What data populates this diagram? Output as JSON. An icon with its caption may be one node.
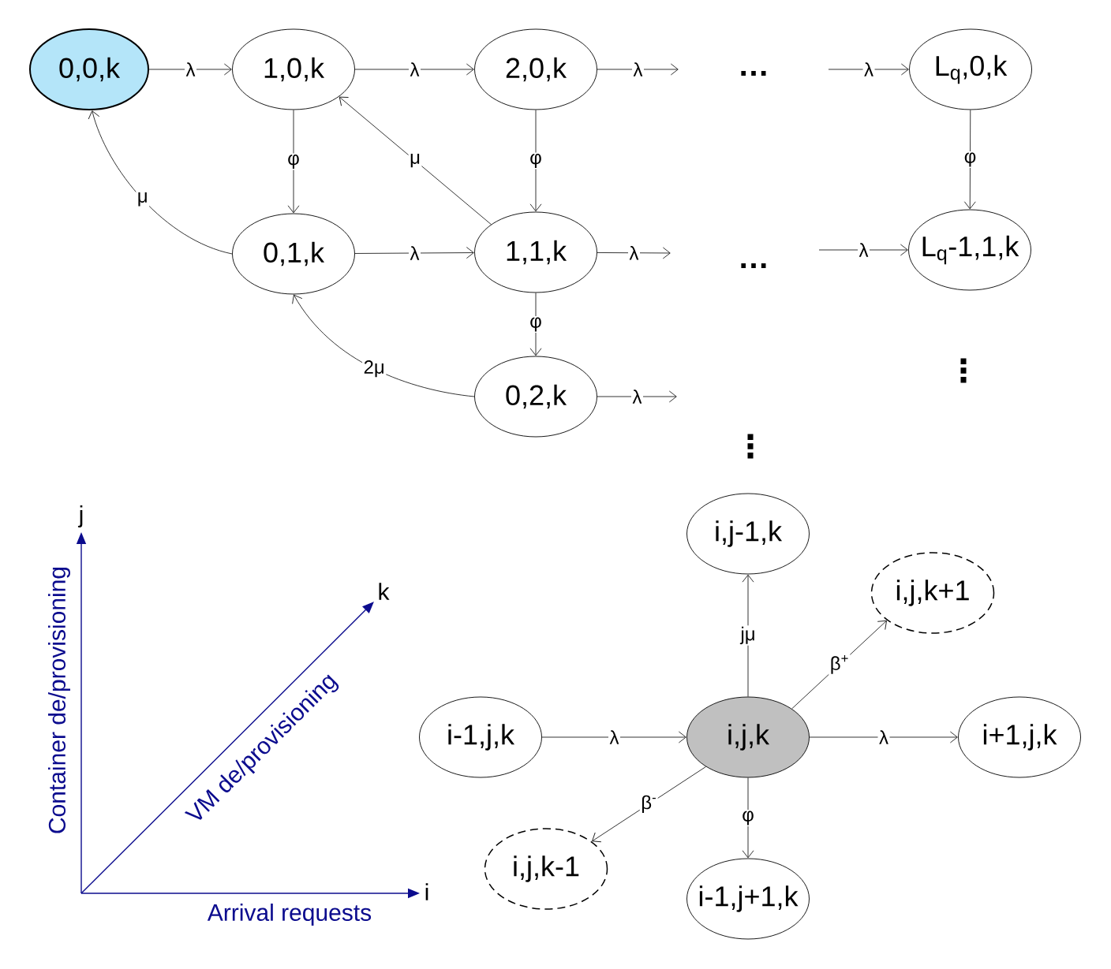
{
  "diagram": {
    "nodes": [
      {
        "text": [
          "0,0,k"
        ]
      },
      {
        "text": [
          "1,0,k"
        ]
      },
      {
        "text": [
          "2,0,k"
        ]
      },
      {
        "text": [
          "L$_{q}$,0,k"
        ]
      },
      {
        "text": [
          "0,1,k"
        ]
      },
      {
        "text": [
          "1,1,k"
        ]
      },
      {
        "text": [
          "L$_{q}$-1,1,k"
        ]
      },
      {
        "text": [
          "0,2,k"
        ]
      },
      {
        "text": [
          "i,j-1,k"
        ]
      },
      {
        "text": [
          "i,j,k+1"
        ]
      },
      {
        "text": [
          "i-1,j,k"
        ]
      },
      {
        "text": [
          "i,j,k"
        ]
      },
      {
        "text": [
          "i+1,j,k"
        ]
      },
      {
        "text": [
          "i,j,k-1"
        ]
      },
      {
        "text": [
          "i-1,j+1,k"
        ]
      }
    ],
    "edges": [
      {
        "from": 0,
        "to": 1,
        "arrow": "to",
        "label": "λ"
      },
      {
        "from": 1,
        "to": 2,
        "arrow": "to",
        "label": "λ"
      },
      {
        "from": 2,
        "to": null,
        "arrow": "to",
        "label": "λ"
      },
      {
        "from": null,
        "to": 3,
        "arrow": "to",
        "label": "λ"
      },
      {
        "from": 1,
        "to": 4,
        "arrow": "to",
        "label": "φ"
      },
      {
        "from": 2,
        "to": 5,
        "arrow": "to",
        "label": "φ"
      },
      {
        "from": 3,
        "to": 6,
        "arrow": "to",
        "label": "φ"
      },
      {
        "from": 5,
        "to": 1,
        "arrow": "to",
        "label": "μ"
      },
      {
        "from": 4,
        "to": 0,
        "arrow": "to",
        "label": "μ"
      },
      {
        "from": 4,
        "to": 5,
        "arrow": "to",
        "label": "λ"
      },
      {
        "from": 5,
        "to": null,
        "arrow": "to",
        "label": "λ"
      },
      {
        "from": null,
        "to": 6,
        "arrow": "to",
        "label": "λ"
      },
      {
        "from": 5,
        "to": 7,
        "arrow": "to",
        "label": "φ"
      },
      {
        "from": 7,
        "to": 4,
        "arrow": "to",
        "label": "2μ"
      },
      {
        "from": 7,
        "to": null,
        "arrow": "to",
        "label": "λ"
      },
      {
        "from": 11,
        "to": 8,
        "arrow": "to",
        "label": "jμ"
      },
      {
        "from": 11,
        "to": 9,
        "arrow": "to",
        "label": "β$^{+}$"
      },
      {
        "from": 10,
        "to": 11,
        "arrow": "to",
        "label": "λ"
      },
      {
        "from": 11,
        "to": 12,
        "arrow": "to",
        "label": "λ"
      },
      {
        "from": 11,
        "to": 13,
        "arrow": "to",
        "label": "β$^{-}$"
      },
      {
        "from": 11,
        "to": 14,
        "arrow": "to",
        "label": "φ"
      }
    ],
    "labels": [
      "…",
      "…",
      "⋮",
      "⋮",
      "j",
      "k",
      "Container de/provisioning",
      "VM de/provisioning",
      "i",
      "Arrival requests"
    ]
  }
}
